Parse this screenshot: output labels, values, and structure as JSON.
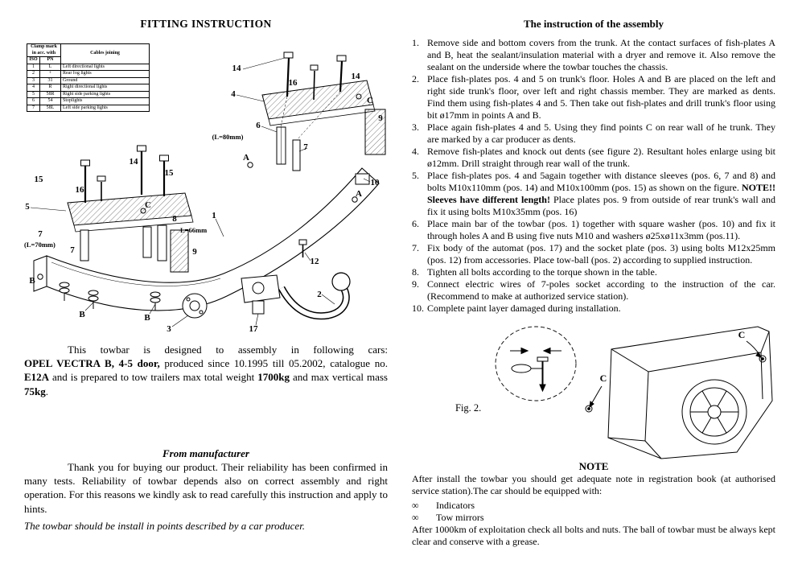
{
  "left": {
    "title": "FITTING INSTRUCTION",
    "clamp_table": {
      "header_main": "Clamp mark in acc. with",
      "header_cables": "Cables joining",
      "col_iso": "ISO",
      "col_pn": "PN",
      "rows": [
        {
          "iso": "1",
          "pn": "L",
          "cable": "Left directional lights"
        },
        {
          "iso": "2",
          "pn": "+",
          "cable": "Rear fog lights"
        },
        {
          "iso": "3",
          "pn": "31",
          "cable": "Ground"
        },
        {
          "iso": "4",
          "pn": "R",
          "cable": "Right directional lights"
        },
        {
          "iso": "5",
          "pn": "58R",
          "cable": "Right side parking lights"
        },
        {
          "iso": "6",
          "pn": "54",
          "cable": "Stoplights"
        },
        {
          "iso": "7",
          "pn": "58L",
          "cable": "Left side parking lights"
        }
      ]
    },
    "diagram_labels": [
      "14",
      "16",
      "14",
      "4",
      "C",
      "9",
      "6",
      "(L=80mm)",
      "7",
      "A",
      "10",
      "A",
      "15",
      "14",
      "15",
      "16",
      "5",
      "C",
      "8",
      "L=66mm",
      "1",
      "7",
      "(L=70mm)",
      "7",
      "9",
      "B",
      "12",
      "B",
      "B",
      "2",
      "3",
      "17"
    ],
    "description": {
      "p1": "This towbar is designed to assembly in following cars:",
      "b1": "OPEL VECTRA B, 4-5 door,",
      "p2": " produced since 10.1995 till 05.2002, catalogue no. ",
      "b2": "E12A",
      "p3": " and is prepared to tow trailers max total weight ",
      "b3": "1700kg",
      "p4": " and max vertical mass ",
      "b4": "75kg",
      "p5": "."
    },
    "manufacturer": {
      "title": "From manufacturer",
      "body": "Thank you for buying our product. Their reliability has been confirmed in many tests. Reliability of towbar depends also on correct assembly and right operation. For this reasons we kindly ask to read carefully this instruction and apply to hints.",
      "note": "The towbar should be install in points described by a car producer."
    }
  },
  "right": {
    "title": "The instruction of the assembly",
    "steps": [
      {
        "num": "1.",
        "text": "Remove side and bottom covers from the trunk. At the contact surfaces of fish-plates A and B, heat the sealant/insulation material with a dryer and remove it. Also remove the sealant on the underside where the towbar touches the chassis."
      },
      {
        "num": "2.",
        "text": "Place fish-plates pos. 4 and 5 on trunk's floor. Holes A and B are placed on the left and right side trunk's floor, over left and right chassis member. They are marked as dents. Find them using fish-plates 4 and 5. Then take out fish-plates and drill trunk's floor using bit ø17mm in points A and B."
      },
      {
        "num": "3.",
        "text": "Place again fish-plates 4 and 5. Using they find points C on rear wall of he trunk. They are marked by a car producer as dents."
      },
      {
        "num": "4.",
        "text": "Remove fish-plates and knock out dents (see figure 2). Resultant holes enlarge using bit ø12mm. Drill straight through rear wall of the trunk."
      },
      {
        "num": "5.",
        "pre": "Place fish-plates pos. 4 and 5again together with distance sleeves (pos. 6, 7 and 8) and bolts M10x110mm (pos. 14) and M10x100mm (pos. 15) as shown on the figure. ",
        "bold": "NOTE!! Sleeves have different length!",
        "post": " Place plates pos. 9 from outside of rear trunk's wall and fix it using bolts M10x35mm (pos. 16)"
      },
      {
        "num": "6.",
        "text": "Place main bar of the towbar (pos. 1) together with square washer (pos. 10) and fix it through holes A and B using five nuts M10 and washers ø25xø11x3mm (pos.11)."
      },
      {
        "num": "7.",
        "text": "Fix body of the automat (pos. 17) and the socket plate (pos. 3) using bolts M12x25mm (pos. 12) from accessories. Place tow-ball (pos. 2) according to supplied instruction."
      },
      {
        "num": "8.",
        "text": "Tighten all bolts according to the torque shown in the table."
      },
      {
        "num": "9.",
        "text": "Connect electric wires of 7-poles socket according to the instruction of the car. (Recommend to make at authorized service station)."
      },
      {
        "num": "10.",
        "text": "Complete paint layer damaged during installation."
      }
    ],
    "fig_caption": "Fig. 2.",
    "fig_point_labels": [
      "C",
      "C"
    ],
    "note": {
      "title": "NOTE",
      "p1": "After install the towbar you should get adequate note in registration book (at authorised service station).The car should be equipped with:",
      "bullets": [
        {
          "marker": "∞",
          "text": "Indicators"
        },
        {
          "marker": "∞",
          "text": "Tow mirrors"
        }
      ],
      "p2": "After 1000km of exploitation check all bolts and nuts. The ball of towbar must be always kept clear and conserve with a grease."
    }
  }
}
